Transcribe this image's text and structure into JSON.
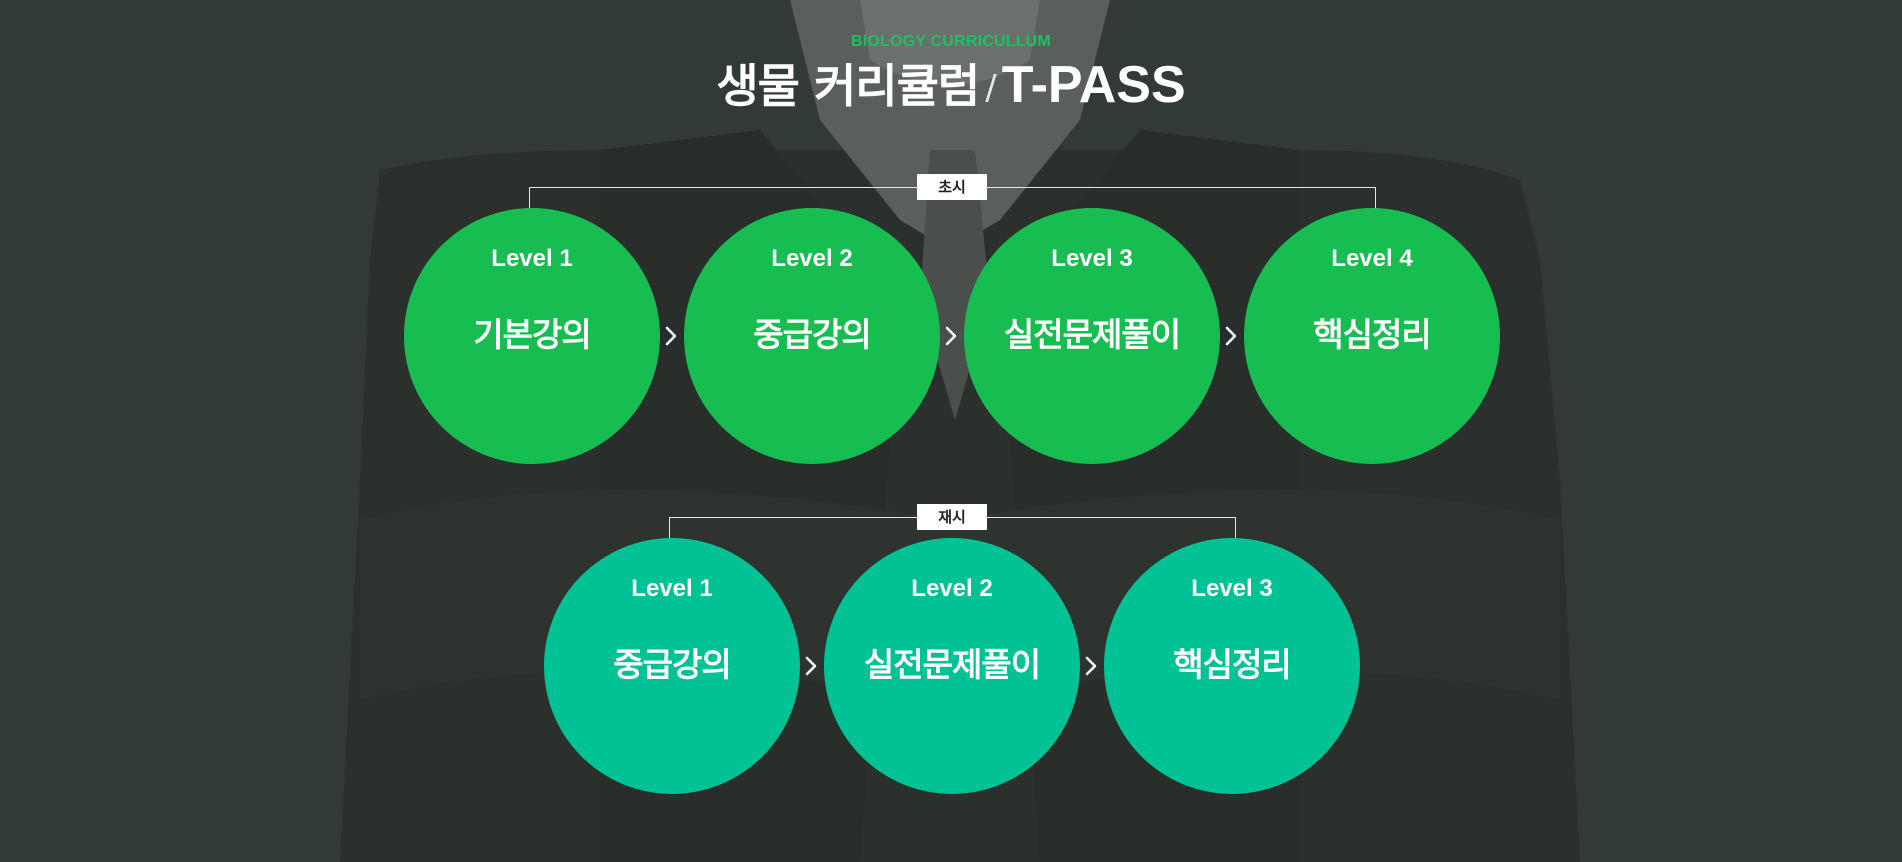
{
  "header": {
    "subtitle": "BIOLOGY CURRICULLUM",
    "title_main": "생물 커리큘럼",
    "title_sep": "/",
    "title_brand": "T-PASS"
  },
  "groups": [
    {
      "tag": "초시",
      "color": "#18bd52",
      "steps": [
        {
          "level": "Level 1",
          "label": "기본강의"
        },
        {
          "level": "Level 2",
          "label": "중급강의"
        },
        {
          "level": "Level 3",
          "label": "실전문제풀이"
        },
        {
          "level": "Level 4",
          "label": "핵심정리"
        }
      ]
    },
    {
      "tag": "재시",
      "color": "#00c294",
      "steps": [
        {
          "level": "Level 1",
          "label": "중급강의"
        },
        {
          "level": "Level 2",
          "label": "실전문제풀이"
        },
        {
          "level": "Level 3",
          "label": "핵심정리"
        }
      ]
    }
  ],
  "icons": {
    "step_arrow": "chevron-right-icon"
  }
}
